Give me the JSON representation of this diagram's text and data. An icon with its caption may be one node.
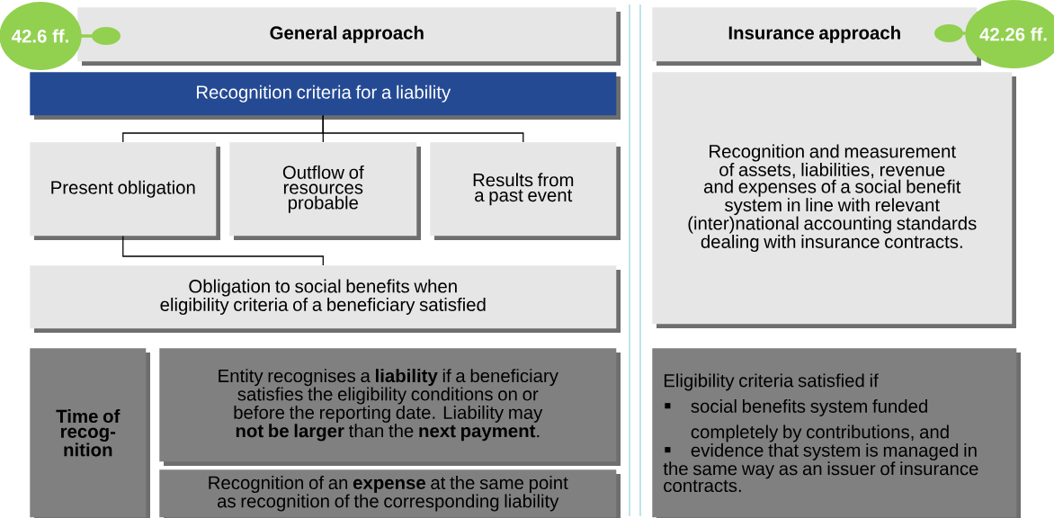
{
  "diagram": {
    "nodes": [
      {
        "text": [
          "General approach"
        ]
      },
      {
        "text": [
          "42.6 ff."
        ]
      },
      {
        "text": [
          "Recognition criteria for a liability"
        ]
      },
      {
        "text": [
          "Present obligation"
        ]
      },
      {
        "text": [
          "Outflow of resources probable"
        ]
      },
      {
        "text": [
          "Results from a past event"
        ]
      },
      {
        "text": [
          "Obligation to social benefits when eligibility criteria of a beneficiary satisfied"
        ]
      },
      {
        "text": [
          "Time of recog-nition"
        ]
      },
      {
        "text": [
          "Entity recognises a **liability** if a beneficiary satisfies the eligibility conditions on or before the reporting date. Liability may **not be larger** than the **next payment**."
        ]
      },
      {
        "text": [
          "Recognition of an **expense** at the same point as recognition of the corresponding liability"
        ]
      },
      {
        "text": [
          "Insurance approach"
        ]
      },
      {
        "text": [
          "42.26 ff."
        ]
      },
      {
        "text": [
          "Recognition and measurement of assets, liabilities, revenue and expenses of a social benefit system in line with relevant (inter)national accounting standards dealing with insurance contracts."
        ]
      },
      {
        "text": [
          "Eligibility criteria satisfied if",
          "social benefits system funded completely by contributions, and",
          "evidence that system is managed in the same way as an issuer of insurance contracts."
        ]
      }
    ],
    "edges": [
      {
        "from": 2,
        "to": 3,
        "arrow": "none"
      },
      {
        "from": 2,
        "to": 4,
        "arrow": "none"
      },
      {
        "from": 2,
        "to": 5,
        "arrow": "none"
      },
      {
        "from": 3,
        "to": 6,
        "arrow": "none"
      }
    ]
  }
}
